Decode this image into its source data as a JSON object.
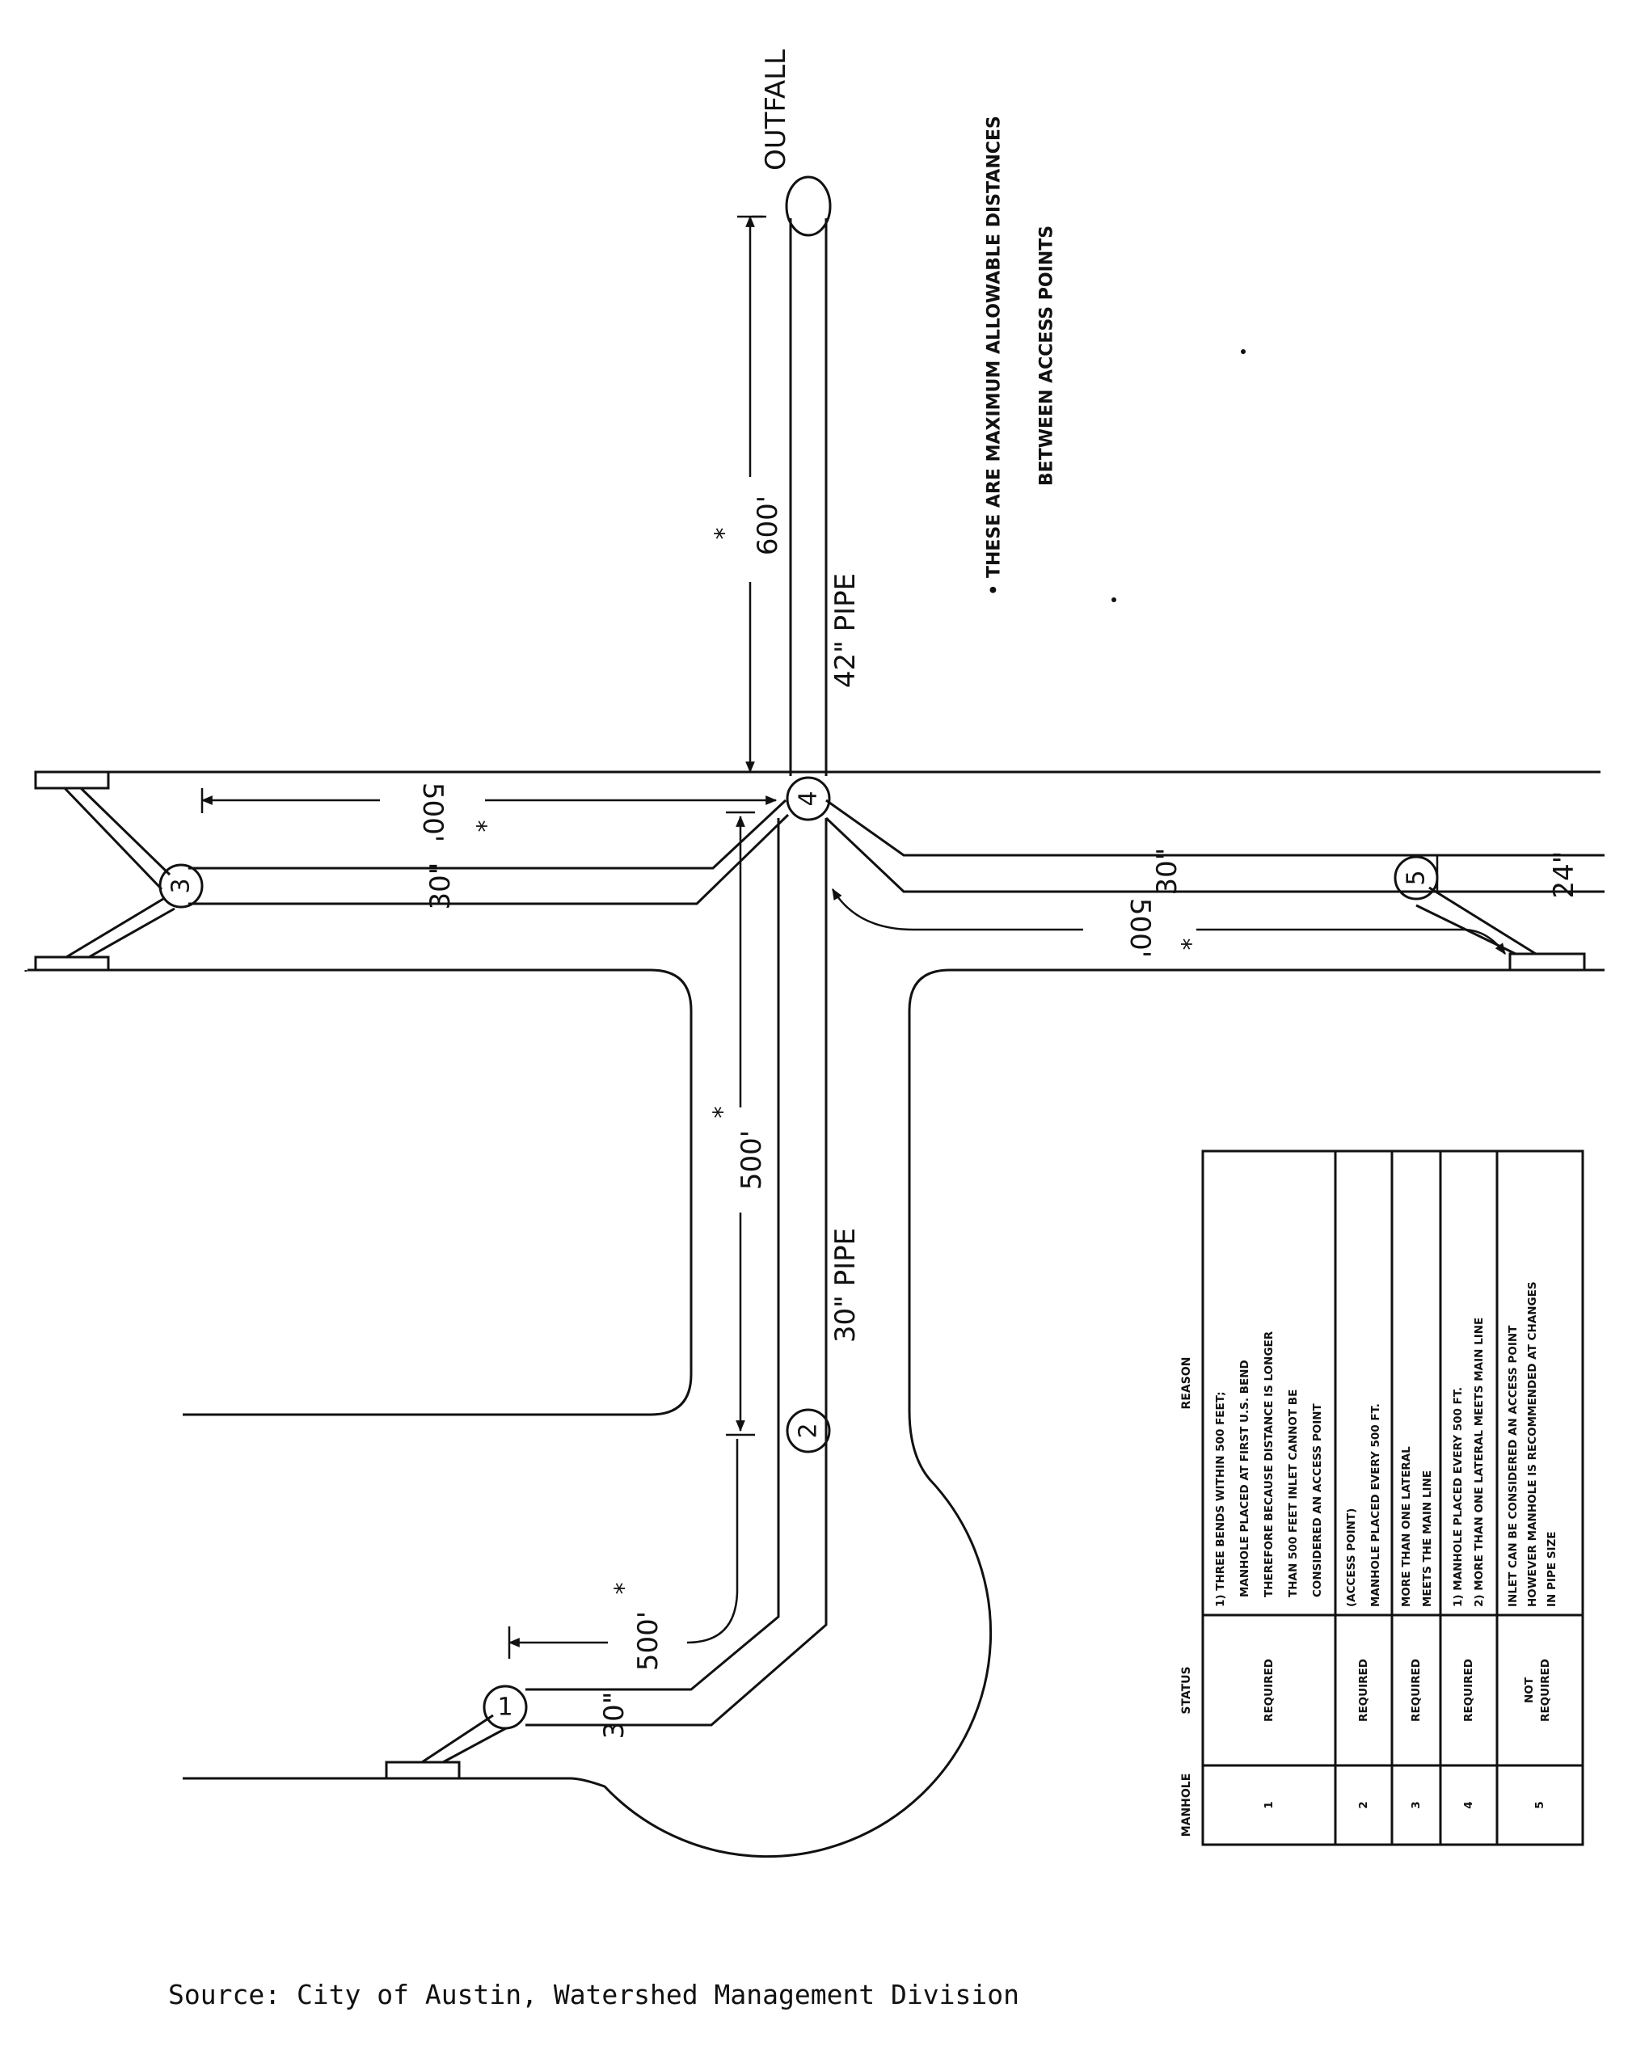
{
  "labels": {
    "outfall": "OUTFALL",
    "note_line1": "• THESE ARE MAXIMUM ALLOWABLE DISTANCES",
    "note_line2": "BETWEEN ACCESS POINTS",
    "pipe_42": "42\" PIPE",
    "pipe_30": "30\" PIPE",
    "dist_600": "600'",
    "dist_500": "500'",
    "size_30": "30\"",
    "size_24": "24\"",
    "asterisk": "*"
  },
  "manholes": [
    "1",
    "2",
    "3",
    "4",
    "5"
  ],
  "table": {
    "headers": {
      "manhole": "MANHOLE",
      "status": "STATUS",
      "reason": "REASON"
    },
    "rows": [
      {
        "manhole": "1",
        "status": [
          "REQUIRED"
        ],
        "reason": [
          "1) THREE BENDS WITHIN 500 FEET;",
          "MANHOLE PLACED AT FIRST U.S. BEND",
          "THEREFORE BECAUSE DISTANCE IS LONGER",
          "THAN 500 FEET INLET CANNOT BE",
          "CONSIDERED AN ACCESS POINT"
        ]
      },
      {
        "manhole": "2",
        "status": [
          "REQUIRED"
        ],
        "reason": [
          "(ACCESS POINT)",
          "MANHOLE PLACED EVERY 500 FT."
        ]
      },
      {
        "manhole": "3",
        "status": [
          "REQUIRED"
        ],
        "reason": [
          "MORE THAN ONE LATERAL",
          "MEETS THE MAIN LINE"
        ]
      },
      {
        "manhole": "4",
        "status": [
          "REQUIRED"
        ],
        "reason": [
          "1) MANHOLE PLACED EVERY 500 FT.",
          "2) MORE THAN ONE LATERAL MEETS MAIN LINE"
        ]
      },
      {
        "manhole": "5",
        "status": [
          "NOT",
          "REQUIRED"
        ],
        "reason": [
          "INLET CAN BE CONSIDERED AN ACCESS POINT",
          "HOWEVER MANHOLE IS RECOMMENDED AT CHANGES",
          "IN PIPE SIZE"
        ]
      }
    ]
  },
  "source": "Source: City of Austin, Watershed Management Division"
}
